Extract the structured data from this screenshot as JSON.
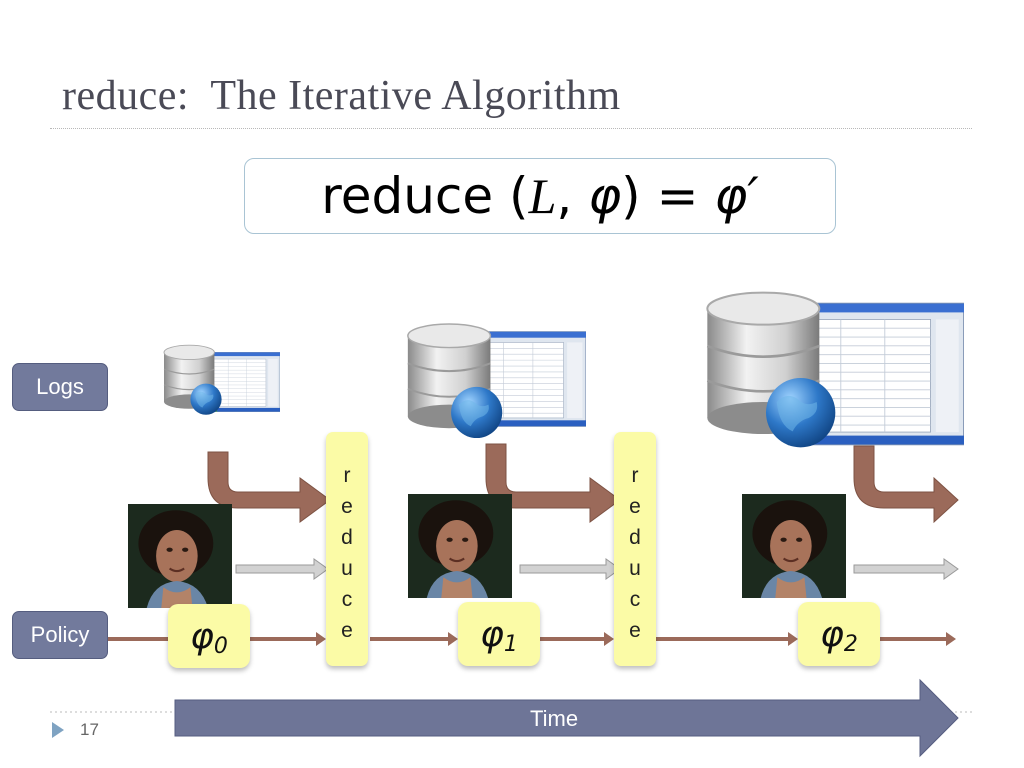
{
  "title": "reduce:  The Iterative Algorithm",
  "formula": {
    "lhs": "reduce (",
    "L": "L",
    "comma": ", ",
    "phi": "φ",
    "rhs": ") = ",
    "phi_prime": "φ′"
  },
  "labels": {
    "logs": "Logs",
    "policy": "Policy"
  },
  "reduce_letters": [
    "r",
    "e",
    "d",
    "u",
    "c",
    "e"
  ],
  "policies": [
    {
      "symbol": "φ",
      "sub": "0"
    },
    {
      "symbol": "φ",
      "sub": "1"
    },
    {
      "symbol": "φ",
      "sub": "2"
    }
  ],
  "time_label": "Time",
  "page_number": "17",
  "colors": {
    "arrow_brown": "#9b6a5a",
    "arrow_gray": "#c8c8c8",
    "sticky_yellow": "#fbfba6",
    "label_blue": "#727a9c",
    "time_arrow": "#6e7597"
  },
  "icons": [
    "database-globe-icon",
    "log-window-icon",
    "person-photo"
  ]
}
